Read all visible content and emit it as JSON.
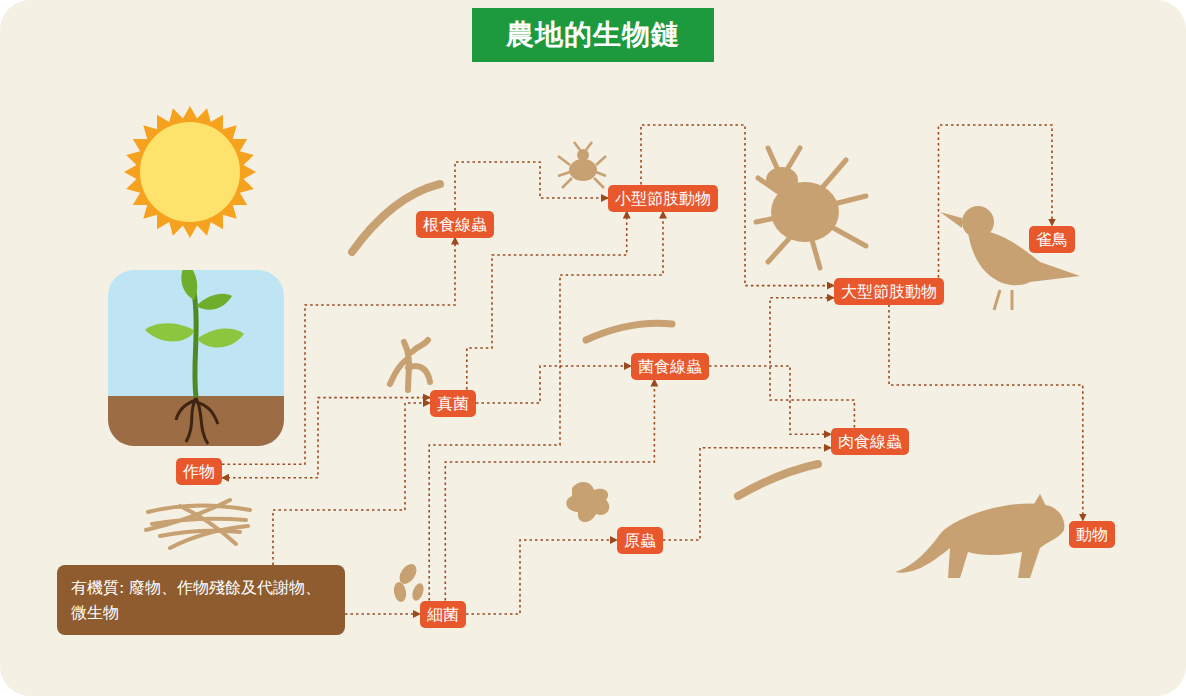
{
  "diagram": {
    "title": "農地的生物鏈",
    "nodes": [
      {
        "text": [
          "根食線蟲"
        ]
      },
      {
        "text": [
          "小型節肢動物"
        ]
      },
      {
        "text": [
          "雀鳥"
        ]
      },
      {
        "text": [
          "大型節肢動物"
        ]
      },
      {
        "text": [
          "菌食線蟲"
        ]
      },
      {
        "text": [
          "真菌"
        ]
      },
      {
        "text": [
          "肉食線蟲"
        ]
      },
      {
        "text": [
          "作物"
        ]
      },
      {
        "text": [
          "原蟲"
        ]
      },
      {
        "text": [
          "動物"
        ]
      },
      {
        "text": [
          "細菌"
        ]
      },
      {
        "text": [
          "有機質: 廢物、作物殘餘及代謝物、微生物"
        ]
      }
    ],
    "edges": [
      {
        "from": 11,
        "to": 5,
        "arrow": "to"
      },
      {
        "from": 11,
        "to": 10,
        "arrow": "to"
      },
      {
        "from": 7,
        "to": 5,
        "arrow": "both"
      },
      {
        "from": 7,
        "to": 0,
        "arrow": "to"
      },
      {
        "from": 0,
        "to": 1,
        "arrow": "to"
      },
      {
        "from": 5,
        "to": 1,
        "arrow": "to"
      },
      {
        "from": 5,
        "to": 4,
        "arrow": "to"
      },
      {
        "from": 10,
        "to": 1,
        "arrow": "to"
      },
      {
        "from": 10,
        "to": 4,
        "arrow": "to"
      },
      {
        "from": 10,
        "to": 8,
        "arrow": "to"
      },
      {
        "from": 8,
        "to": 6,
        "arrow": "to"
      },
      {
        "from": 4,
        "to": 6,
        "arrow": "to"
      },
      {
        "from": 6,
        "to": 3,
        "arrow": "to"
      },
      {
        "from": 1,
        "to": 3,
        "arrow": "to"
      },
      {
        "from": 3,
        "to": 2,
        "arrow": "to"
      },
      {
        "from": 3,
        "to": 9,
        "arrow": "to"
      }
    ]
  }
}
